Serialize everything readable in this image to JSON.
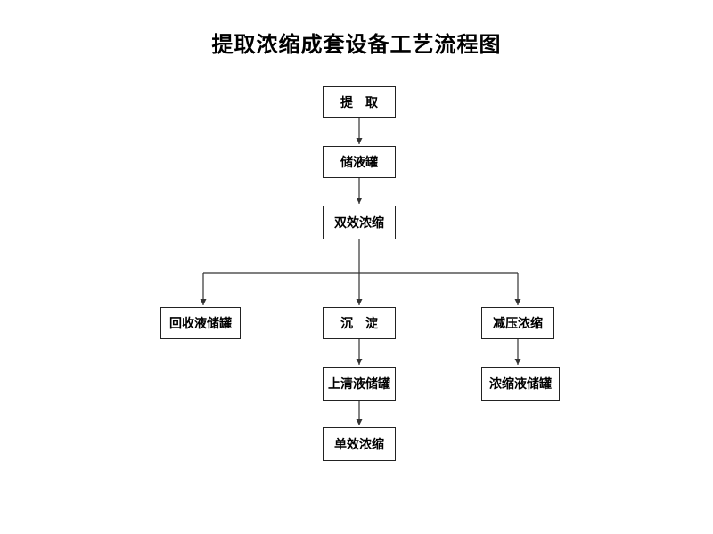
{
  "title": "提取浓缩成套设备工艺流程图",
  "nodes": {
    "extract": "提　取",
    "storage_tank": "储液罐",
    "double_effect": "双效浓缩",
    "recovery_tank": "回收液储罐",
    "precipitation": "沉　淀",
    "vacuum_concentration": "减压浓缩",
    "supernatant_tank": "上清液储罐",
    "concentrate_tank": "浓缩液储罐",
    "single_effect": "单效浓缩"
  },
  "colors": {
    "line": "#333333",
    "border": "#222222",
    "background": "#ffffff"
  }
}
